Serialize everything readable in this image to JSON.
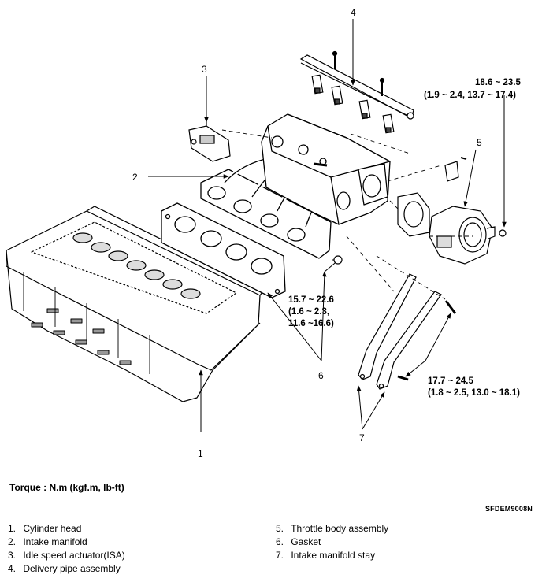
{
  "callouts": {
    "c1": "1",
    "c2": "2",
    "c3": "3",
    "c4": "4",
    "c5": "5",
    "c6": "6",
    "c7": "7"
  },
  "torque_specs": {
    "delivery_pipe": {
      "line1": "18.6 ~ 23.5",
      "line2": "(1.9 ~ 2.4, 13.7 ~ 17.4)"
    },
    "manifold_nut": {
      "line1": "15.7 ~ 22.6",
      "line2": "(1.6 ~ 2.3,",
      "line3": "11.6 ~16.6)"
    },
    "stay_bolt": {
      "line1": "17.7 ~ 24.5",
      "line2": "(1.8 ~ 2.5, 13.0 ~ 18.1)"
    }
  },
  "torque_unit_note": "Torque : N.m (kgf.m, lb-ft)",
  "figure_code": "SFDEM9008N",
  "legend": [
    {
      "num": "1.",
      "label": "Cylinder head"
    },
    {
      "num": "2.",
      "label": "Intake manifold"
    },
    {
      "num": "3.",
      "label": "Idle speed actuator(ISA)"
    },
    {
      "num": "4.",
      "label": "Delivery pipe assembly"
    },
    {
      "num": "5.",
      "label": "Throttle body assembly"
    },
    {
      "num": "6.",
      "label": "Gasket"
    },
    {
      "num": "7.",
      "label": "Intake manifold stay"
    }
  ]
}
